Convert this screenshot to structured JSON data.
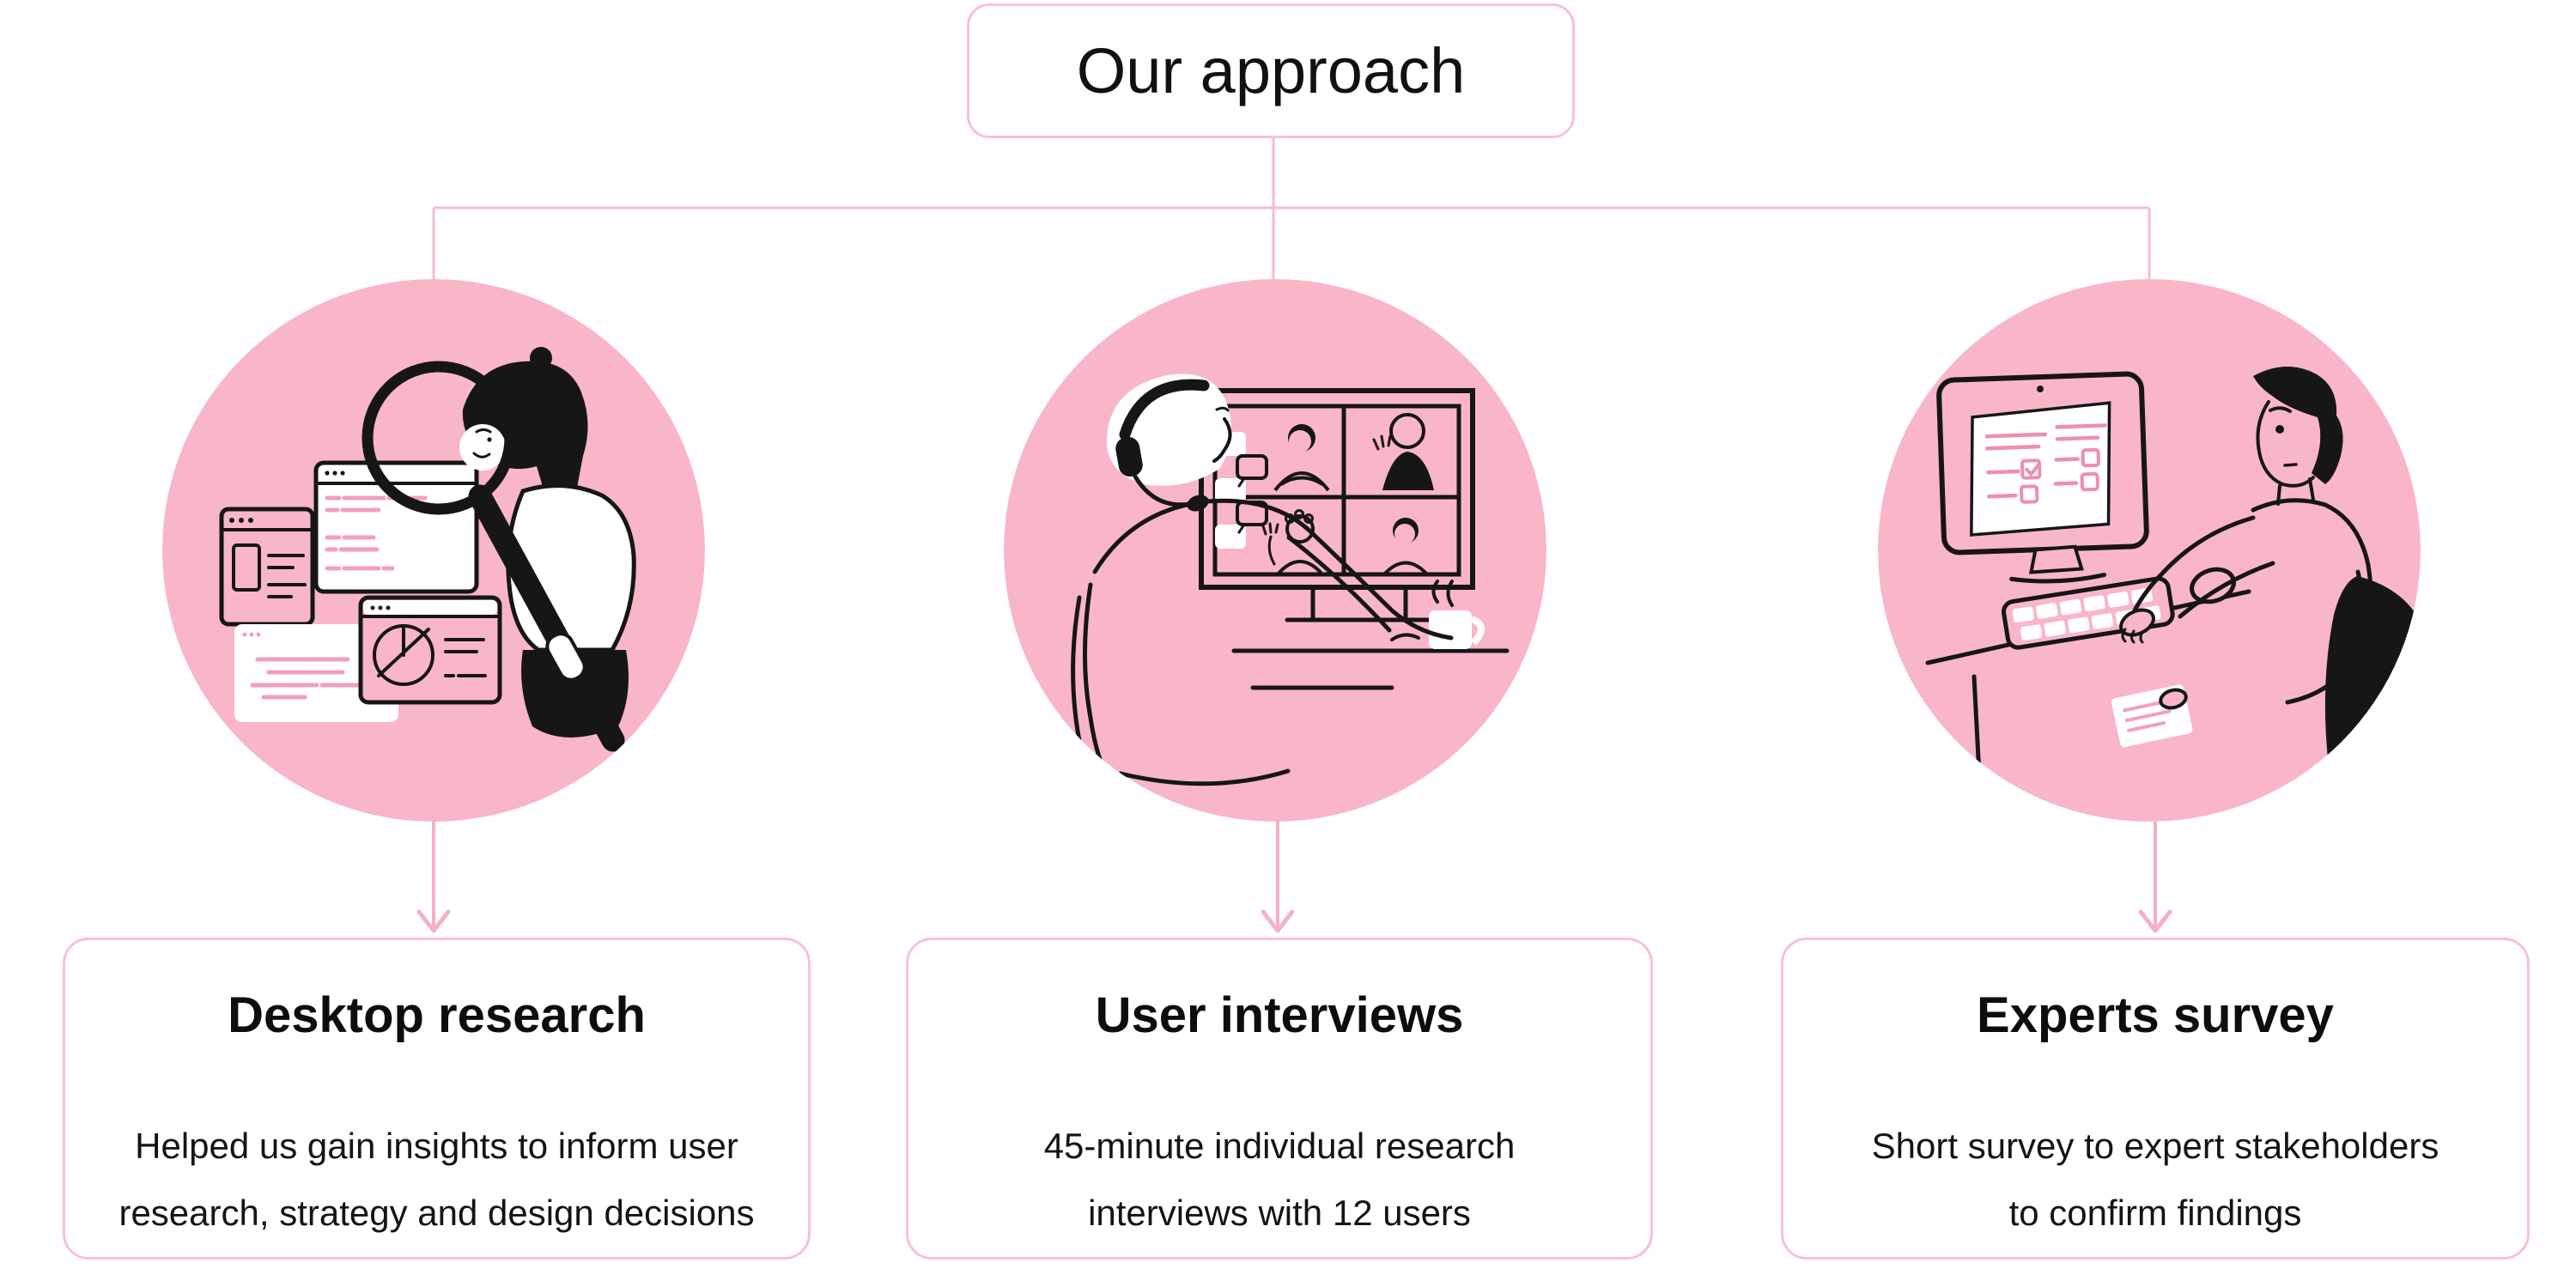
{
  "title": "Our approach",
  "colors": {
    "background": "#ffffff",
    "circle_pink": "#f9b6c7",
    "connector_pink": "#f8bccb",
    "arrow_pink": "#f7b0c3",
    "border_pink": "#f8c2d0",
    "illustration_accent_pink": "#f2a0ba",
    "ink_black": "#161616"
  },
  "branches": [
    {
      "name": "desktop-research",
      "illustration": "woman-with-magnifier-and-browser-windows",
      "card": {
        "title": "Desktop research",
        "body_lines": [
          "Helped us gain insights to inform user",
          "research, strategy and design decisions"
        ]
      }
    },
    {
      "name": "user-interviews",
      "illustration": "interviewer-with-headset-video-call-grid",
      "card": {
        "title": "User interviews",
        "body_lines": [
          "45-minute individual research",
          "interviews with 12 users"
        ]
      }
    },
    {
      "name": "experts-survey",
      "illustration": "man-at-computer-filling-survey",
      "card": {
        "title": "Experts survey",
        "body_lines": [
          "Short survey to expert stakeholders",
          "to confirm findings"
        ]
      }
    }
  ]
}
